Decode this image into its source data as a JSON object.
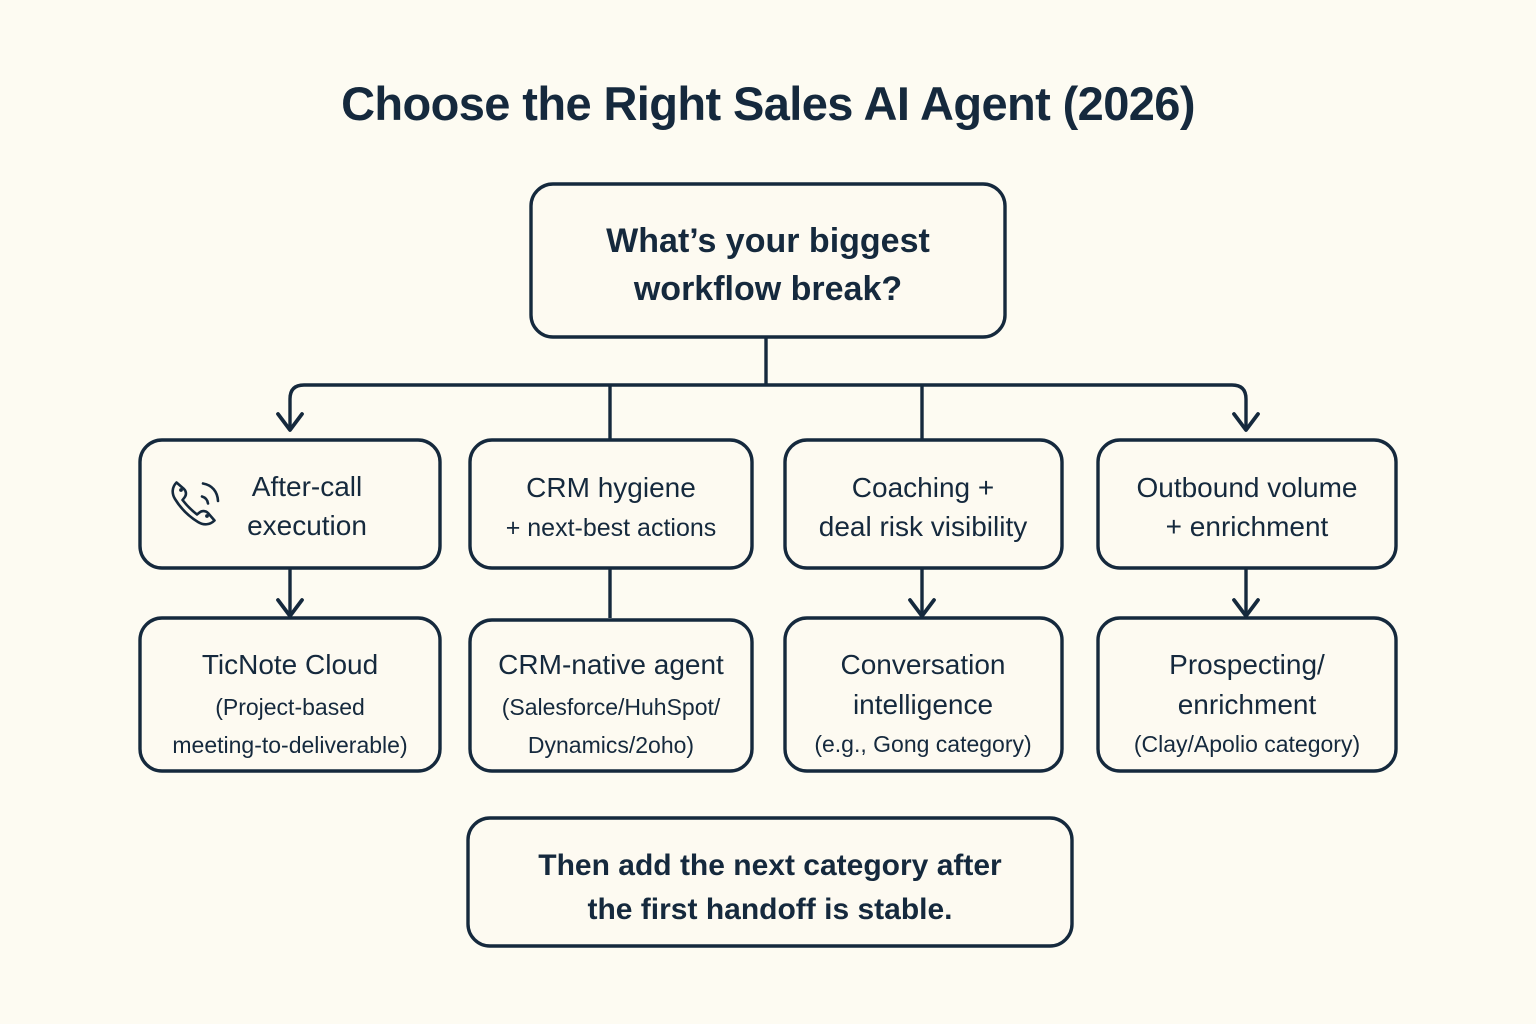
{
  "page": {
    "title": "Choose the Right Sales AI Agent (2026)",
    "background_color": "#fdfbf2",
    "ink_color": "#15293d",
    "box_fill_color": "#fdfaf1"
  },
  "diagram": {
    "type": "decision-tree-flowchart",
    "root": {
      "id": "root-question",
      "line1": "What’s your biggest",
      "line2": "workflow break?"
    },
    "branches": [
      {
        "id": "branch-after-call",
        "icon": "phone-call-icon",
        "line1": "After-call",
        "line2": "execution"
      },
      {
        "id": "branch-crm-hygiene",
        "icon": null,
        "line1": "CRM hygiene",
        "line2": "+ next-best actions"
      },
      {
        "id": "branch-coaching",
        "icon": null,
        "line1": "Coaching +",
        "line2": "deal risk visibility"
      },
      {
        "id": "branch-outbound",
        "icon": null,
        "line1": "Outbound volume",
        "line2": "+ enrichment"
      }
    ],
    "outcomes": [
      {
        "id": "outcome-ticnote",
        "line1": "TicNote Cloud",
        "line2": "(Project-based",
        "line3": "meeting-to-deliverable)"
      },
      {
        "id": "outcome-crm-native",
        "line1": "CRM-native agent",
        "line2": "(Salesforce/HuhSpot/",
        "line3": "Dynamics/2oho)"
      },
      {
        "id": "outcome-conversation-intelligence",
        "line1": "Conversation",
        "line2": "intelligence",
        "line3": "(e.g., Gong category)"
      },
      {
        "id": "outcome-prospecting",
        "line1": "Prospecting/",
        "line2": "enrichment",
        "line3": "(Clay/Apolio category)"
      }
    ],
    "footer": {
      "id": "footer-note",
      "line1": "Then add the next category after",
      "line2": "the first handoff is stable."
    }
  }
}
